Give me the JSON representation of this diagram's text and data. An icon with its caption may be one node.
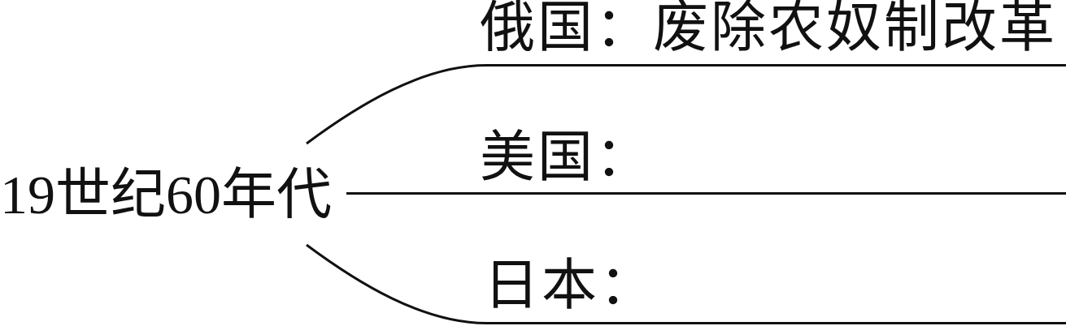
{
  "diagram": {
    "nodes": [
      {
        "text": [
          "19世纪60年代"
        ]
      },
      {
        "text": [
          "俄国：废除农奴制改革"
        ]
      },
      {
        "text": [
          "美国："
        ]
      },
      {
        "text": [
          "日本："
        ]
      }
    ],
    "edges": [
      {
        "from": 0,
        "to": 1,
        "arrow": "none"
      },
      {
        "from": 0,
        "to": 2,
        "arrow": "none"
      },
      {
        "from": 0,
        "to": 3,
        "arrow": "none"
      }
    ]
  }
}
